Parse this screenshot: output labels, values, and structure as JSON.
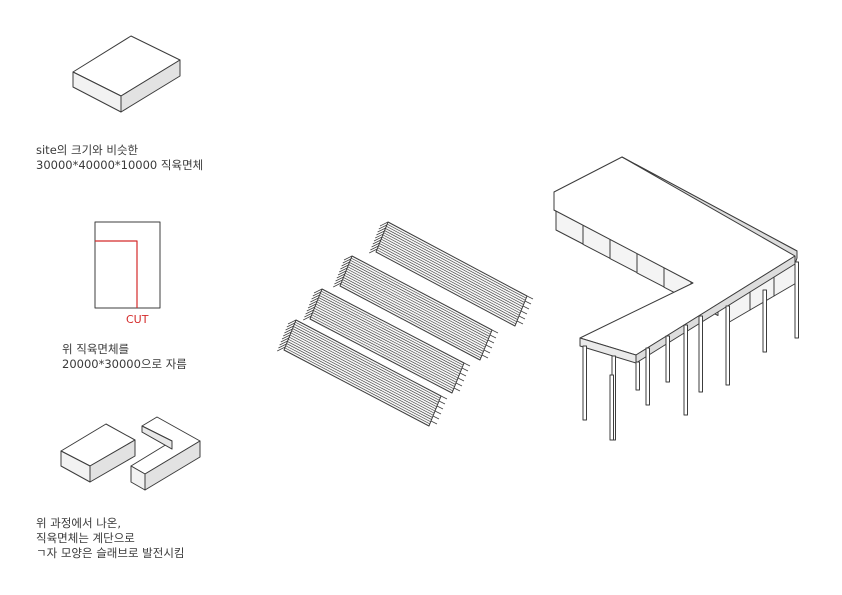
{
  "steps": [
    {
      "caption": [
        "site의 크기와 비슷한",
        "30000*40000*10000 직육면체"
      ]
    },
    {
      "cut_label": "CUT",
      "caption": [
        "위 직육면체를",
        "20000*30000으로 자름"
      ]
    },
    {
      "caption": [
        "위 과정에서 나온,",
        "직육면체는 계단으로",
        "ㄱ자 모양은 슬래브로 발전시킴"
      ]
    }
  ],
  "colors": {
    "cut_line": "#d42a2a",
    "text": "#3a3a3a",
    "stroke": "#3c3c3c"
  }
}
